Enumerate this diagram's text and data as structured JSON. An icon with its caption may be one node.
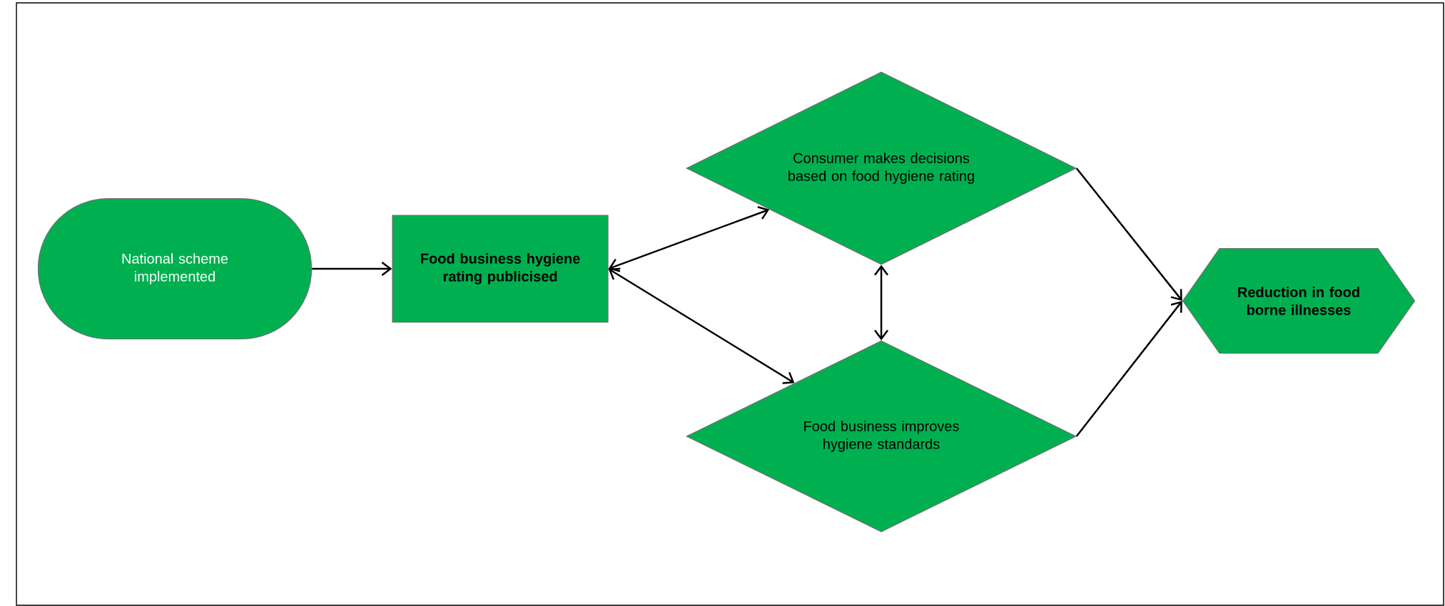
{
  "diagram": {
    "nodes": [
      {
        "text": [
          "National scheme implemented"
        ]
      },
      {
        "text": [
          "Food business hygiene rating publicised"
        ]
      },
      {
        "text": [
          "Consumer makes decisions based on food hygiene rating"
        ]
      },
      {
        "text": [
          "Food business improves hygiene standards"
        ]
      },
      {
        "text": [
          "Reduction in food borne illnesses"
        ]
      }
    ],
    "edges": [
      {
        "from": 0,
        "to": 1,
        "arrow": "to"
      },
      {
        "from": 1,
        "to": 2,
        "arrow": "both"
      },
      {
        "from": 1,
        "to": 3,
        "arrow": "both"
      },
      {
        "from": 2,
        "to": 3,
        "arrow": "both"
      },
      {
        "from": 2,
        "to": 4,
        "arrow": "to"
      },
      {
        "from": 3,
        "to": 4,
        "arrow": "to"
      }
    ]
  }
}
